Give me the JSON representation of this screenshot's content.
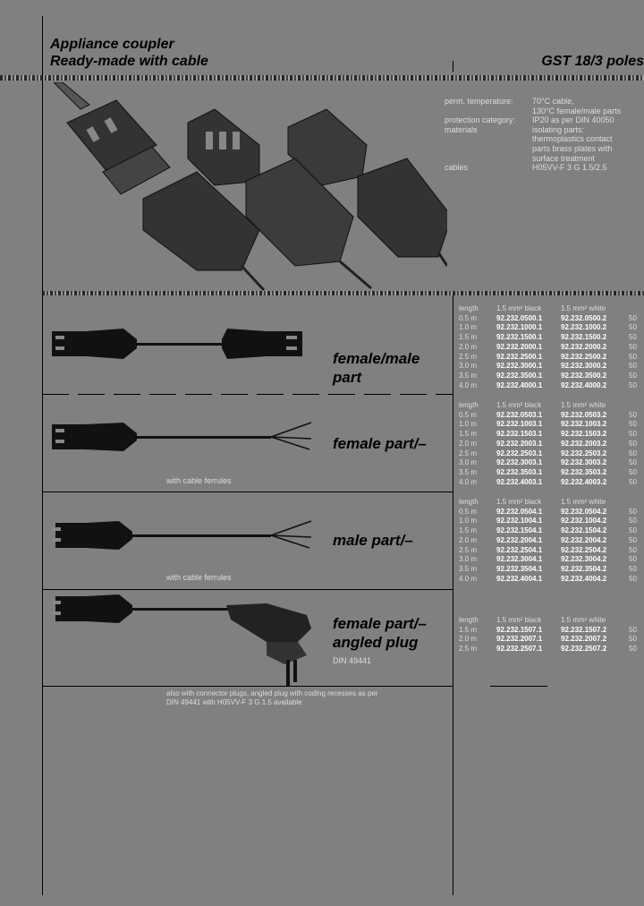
{
  "header": {
    "title_line1": "Appliance coupler",
    "title_line2": "Ready-made with cable",
    "series": "GST 18/3 poles"
  },
  "specs": [
    {
      "label": "perm. temperature:",
      "value": "70°C cable,"
    },
    {
      "label": "",
      "value": "130°C female/male parts"
    },
    {
      "label": "protection category:",
      "value": "IP20 as per DIN 40050"
    },
    {
      "label": "materials",
      "value": "isolating parts:"
    },
    {
      "label": "",
      "value": "thermoplastics contact"
    },
    {
      "label": "",
      "value": "parts brass plates with"
    },
    {
      "label": "",
      "value": "surface treatment"
    },
    {
      "label": "cables",
      "value": "H05VV-F 3 G 1.5/2.5"
    }
  ],
  "sections": [
    {
      "label_line1": "female/male",
      "label_line2": "part",
      "note": "",
      "table": {
        "head": [
          "length",
          "1.5 mm² black",
          "1.5 mm² white",
          ""
        ],
        "rows": [
          [
            "0.5 m",
            "92.232.0500.1",
            "92.232.0500.2",
            "50"
          ],
          [
            "1.0 m",
            "92.232.1000.1",
            "92.232.1000.2",
            "50"
          ],
          [
            "1.5 m",
            "92.232.1500.1",
            "92.232.1500.2",
            "50"
          ],
          [
            "2.0 m",
            "92.232.2000.1",
            "92.232.2000.2",
            "50"
          ],
          [
            "2.5 m",
            "92.232.2500.1",
            "92.232.2500.2",
            "50"
          ],
          [
            "3.0 m",
            "92.232.3000.1",
            "92.232.3000.2",
            "50"
          ],
          [
            "3.5 m",
            "92.232.3500.1",
            "92.232.3500.2",
            "50"
          ],
          [
            "4.0 m",
            "92.232.4000.1",
            "92.232.4000.2",
            "50"
          ]
        ]
      }
    },
    {
      "label_line1": "female part/–",
      "label_line2": "",
      "note": "with cable ferrules",
      "table": {
        "head": [
          "length",
          "1.5 mm² black",
          "1.5 mm² white",
          ""
        ],
        "rows": [
          [
            "0.5 m",
            "92.232.0503.1",
            "92.232.0503.2",
            "50"
          ],
          [
            "1.0 m",
            "92.232.1003.1",
            "92.232.1003.2",
            "50"
          ],
          [
            "1.5 m",
            "92.232.1503.1",
            "92.232.1503.2",
            "50"
          ],
          [
            "2.0 m",
            "92.232.2003.1",
            "92.232.2003.2",
            "50"
          ],
          [
            "2.5 m",
            "92.232.2503.1",
            "92.232.2503.2",
            "50"
          ],
          [
            "3.0 m",
            "92.232.3003.1",
            "92.232.3003.2",
            "50"
          ],
          [
            "3.5 m",
            "92.232.3503.1",
            "92.232.3503.2",
            "50"
          ],
          [
            "4.0 m",
            "92.232.4003.1",
            "92.232.4003.2",
            "50"
          ]
        ]
      }
    },
    {
      "label_line1": "male part/–",
      "label_line2": "",
      "note": "with cable ferrules",
      "table": {
        "head": [
          "length",
          "1.5 mm² black",
          "1.5 mm² white",
          ""
        ],
        "rows": [
          [
            "0.5 m",
            "92.232.0504.1",
            "92.232.0504.2",
            "50"
          ],
          [
            "1.0 m",
            "92.232.1004.1",
            "92.232.1004.2",
            "50"
          ],
          [
            "1.5 m",
            "92.232.1504.1",
            "92.232.1504.2",
            "50"
          ],
          [
            "2.0 m",
            "92.232.2004.1",
            "92.232.2004.2",
            "50"
          ],
          [
            "2.5 m",
            "92.232.2504.1",
            "92.232.2504.2",
            "50"
          ],
          [
            "3.0 m",
            "92.232.3004.1",
            "92.232.3004.2",
            "50"
          ],
          [
            "3.5 m",
            "92.232.3504.1",
            "92.232.3504.2",
            "50"
          ],
          [
            "4.0 m",
            "92.232.4004.1",
            "92.232.4004.2",
            "50"
          ]
        ]
      }
    },
    {
      "label_line1": "female part/–",
      "label_line2": "angled plug",
      "note": "DIN 49441",
      "table": {
        "head": [
          "length",
          "1.5 mm² black",
          "1.5 mm² white",
          ""
        ],
        "rows": [
          [
            "1.5 m",
            "92.232.1507.1",
            "92.232.1507.2",
            "50"
          ],
          [
            "2.0 m",
            "92.232.2007.1",
            "92.232.2007.2",
            "50"
          ],
          [
            "2.5 m",
            "92.232.2507.1",
            "92.232.2507.2",
            "50"
          ]
        ]
      }
    }
  ],
  "footnote_line1": "also with connector plugs, angled plug with coding recesses as per",
  "footnote_line2": "DIN 49441 with H05VV-F 3 G 1.5 available"
}
